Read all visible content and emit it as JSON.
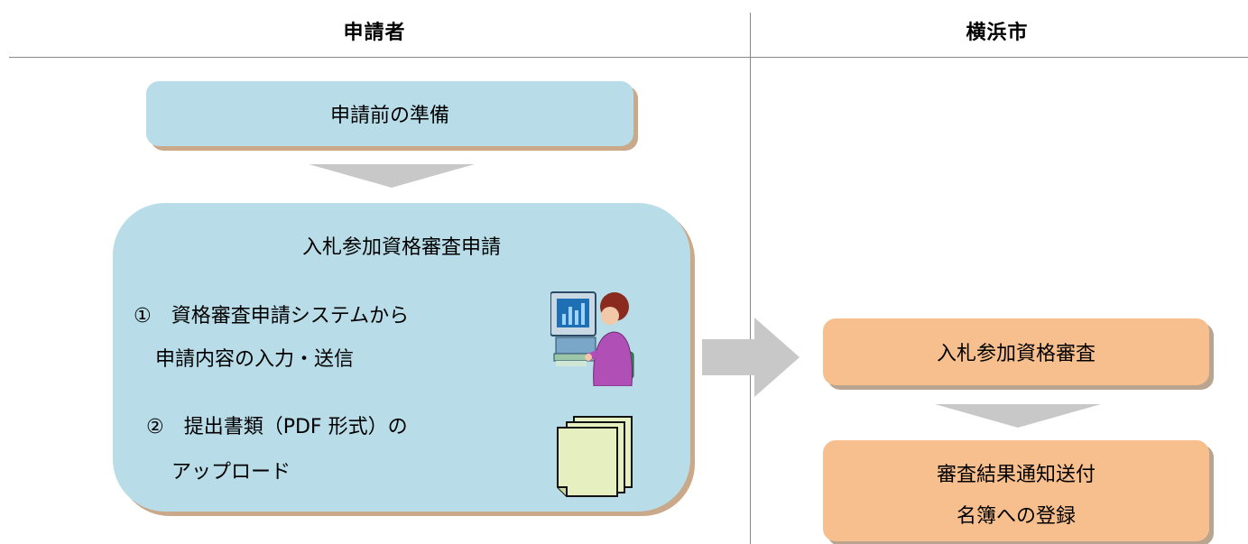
{
  "columns": {
    "applicant": "申請者",
    "city": "横浜市"
  },
  "applicant_side": {
    "prep_box": "申請前の準備",
    "main_box": {
      "title": "入札参加資格審査申請",
      "step1_line1": "①　資格審査申請システムから",
      "step1_line2": "申請内容の入力・送信",
      "step2_line1": "②　提出書類（PDF 形式）の",
      "step2_line2": "アップロード"
    }
  },
  "city_side": {
    "review_box": "入札参加資格審査",
    "result_box": {
      "title": "審査結果通知送付",
      "subtitle": "名簿への登録"
    }
  },
  "icons": [
    "person-at-computer-icon",
    "documents-stack-icon"
  ],
  "colors": {
    "applicant_box": "#b8dde8",
    "city_box": "#f8bf8e",
    "arrow": "#c8c8c8"
  }
}
